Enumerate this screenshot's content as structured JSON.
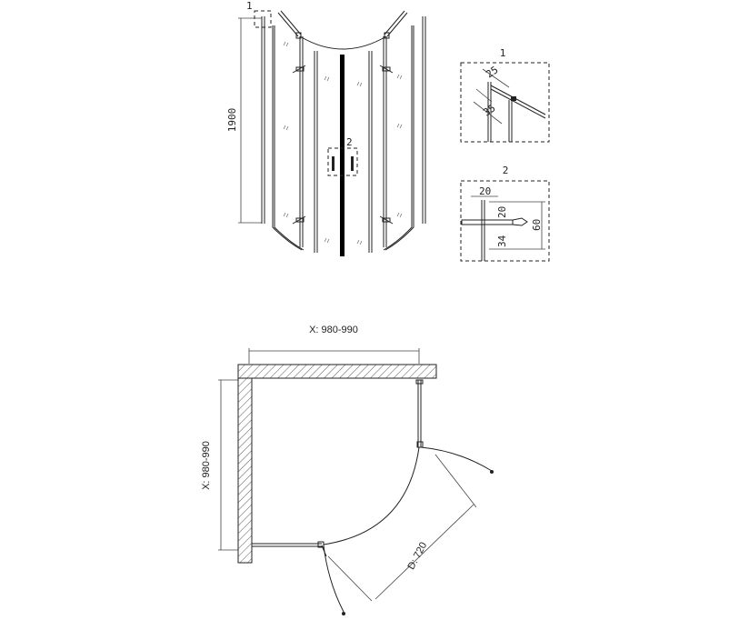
{
  "front_view": {
    "height_label": "1900",
    "callout_1": "1",
    "callout_2": "2"
  },
  "detail_1": {
    "title": "1",
    "dim_a": "25",
    "dim_b": "35"
  },
  "detail_2": {
    "title": "2",
    "dim_top": "20",
    "dim_mid": "20",
    "dim_low": "34",
    "dim_total": "60"
  },
  "plan_view": {
    "width_label": "X: 980-990",
    "depth_label": "X: 980-990",
    "door_label": "D: 720"
  }
}
